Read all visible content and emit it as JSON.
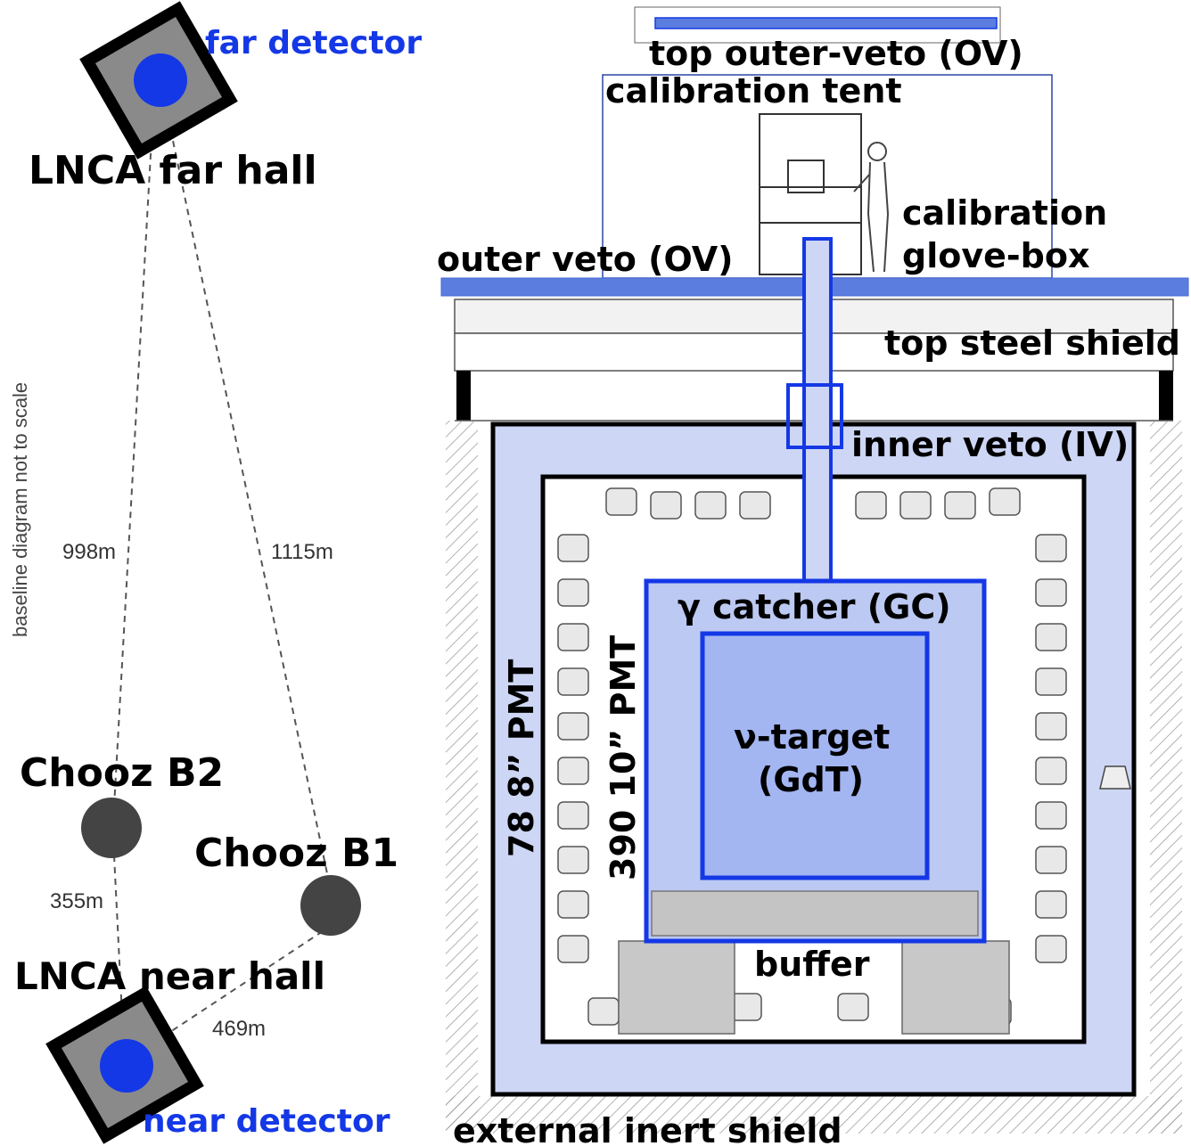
{
  "baseline": {
    "note": "baseline diagram not to scale",
    "far_detector": "far detector",
    "near_detector": "near detector",
    "far_hall": "LNCA far hall",
    "near_hall": "LNCA near hall",
    "reactor_b2": "Chooz B2",
    "reactor_b1": "Chooz B1",
    "dist_b2_far": "998m",
    "dist_b1_far": "1115m",
    "dist_b2_near": "355m",
    "dist_b1_near": "469m"
  },
  "detector": {
    "top_ov": "top outer-veto (OV)",
    "calib_tent": "calibration tent",
    "glove_box_1": "calibration",
    "glove_box_2": "glove-box",
    "outer_veto": "outer veto (OV)",
    "steel_shield": "top steel shield",
    "inner_veto": "inner veto (IV)",
    "gamma_catcher": "γ catcher (GC)",
    "pmt_8": "78 8” PMT",
    "pmt_10": "390 10” PMT",
    "target_1": "ν-target",
    "target_2": "(GdT)",
    "buffer": "buffer",
    "inert_shield": "external inert shield"
  },
  "colors": {
    "detector_blue": "#1438e6",
    "veto_blue": "#5b7de0",
    "iv_fill": "#cdd6f4",
    "gc_fill": "#bcc9f2",
    "target_fill": "#a3b6f2",
    "reactor_gray": "#444444",
    "hall_gray": "#8a8a8a"
  }
}
